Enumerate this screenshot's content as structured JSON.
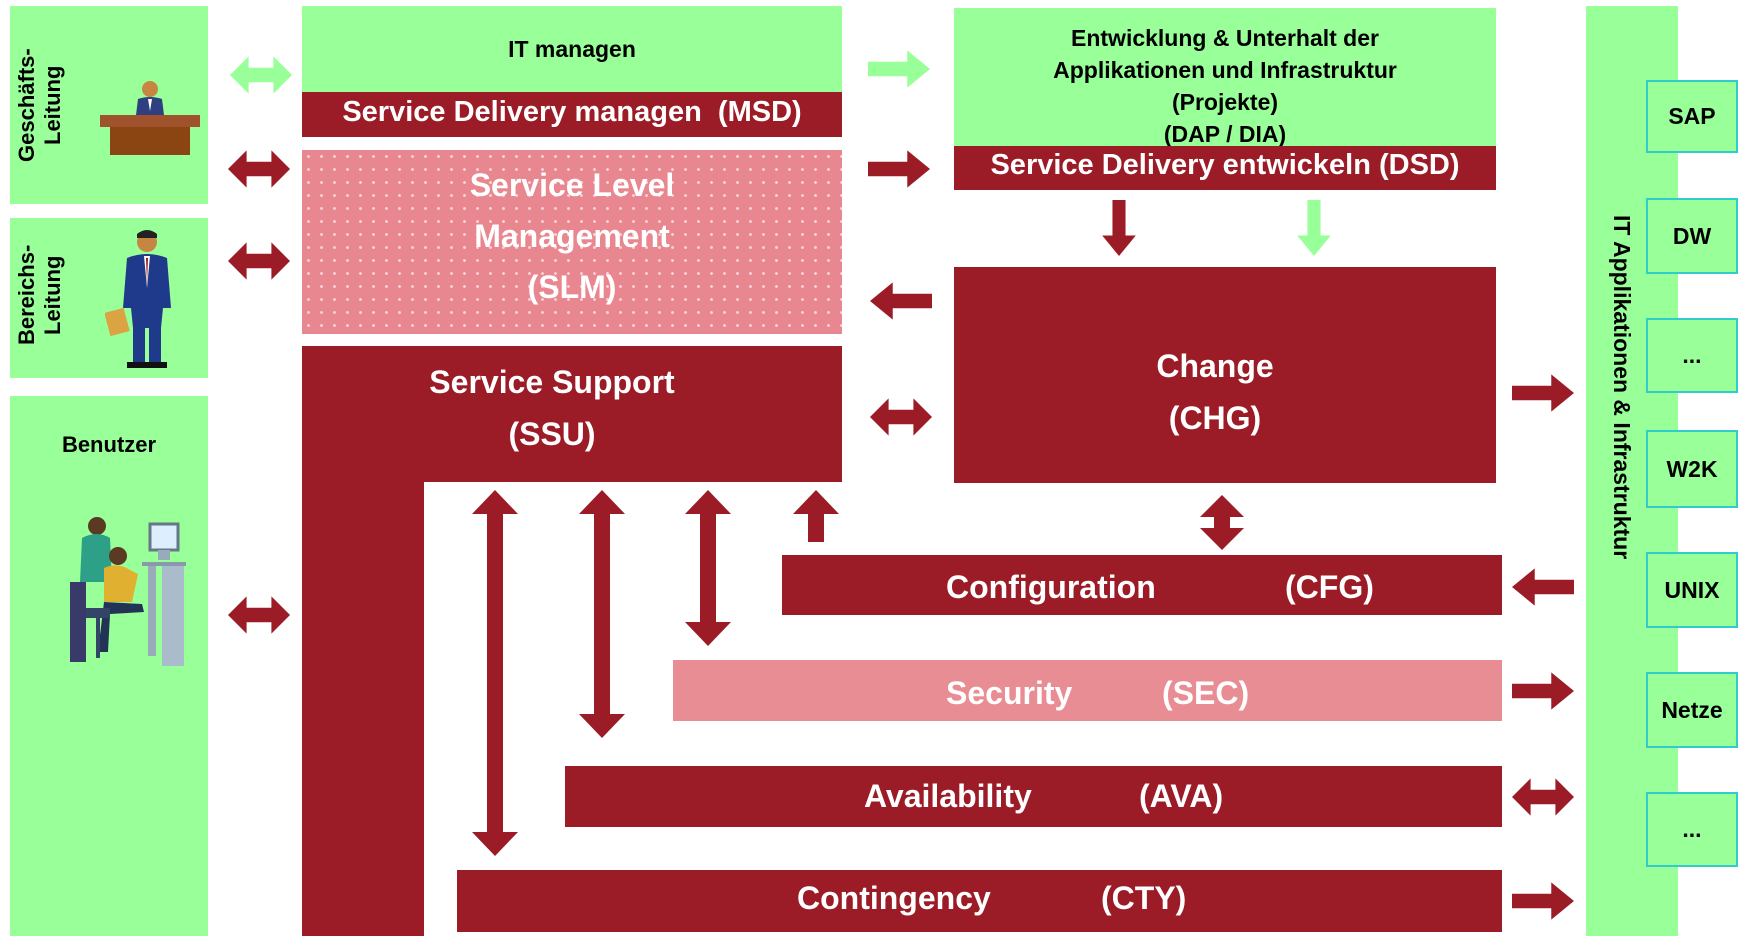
{
  "left_panels": {
    "geschaeftsleitung": "Geschäfts-\nLeitung",
    "bereichsleitung": "Bereichs-\nLeitung",
    "benutzer": "Benutzer"
  },
  "it_managen": "IT managen",
  "msd": "Service Delivery managen  (MSD)",
  "development": "Entwicklung & Unterhalt der\nApplikationen und Infrastruktur\n(Projekte)\n(DAP / DIA)",
  "dsd": "Service Delivery entwickeln (DSD)",
  "slm": "Service Level\nManagement\n(SLM)",
  "ssu": "Service Support\n(SSU)",
  "chg": "Change\n(CHG)",
  "cfg": {
    "name": "Configuration",
    "code": "(CFG)"
  },
  "sec": {
    "name": "Security",
    "code": "(SEC)"
  },
  "ava": {
    "name": "Availability",
    "code": "(AVA)"
  },
  "cty": {
    "name": "Contingency",
    "code": "(CTY)"
  },
  "right_panel": {
    "title": "IT Applikationen & Infrastruktur",
    "systems": [
      "SAP",
      "DW",
      "...",
      "W2K",
      "UNIX",
      "Netze",
      "..."
    ]
  },
  "colors": {
    "green": "#99ff99",
    "dark_red": "#9b1c26",
    "pink": "#e98d94",
    "light_green_arrow": "#99ff99",
    "teal_border": "#33cccc"
  }
}
